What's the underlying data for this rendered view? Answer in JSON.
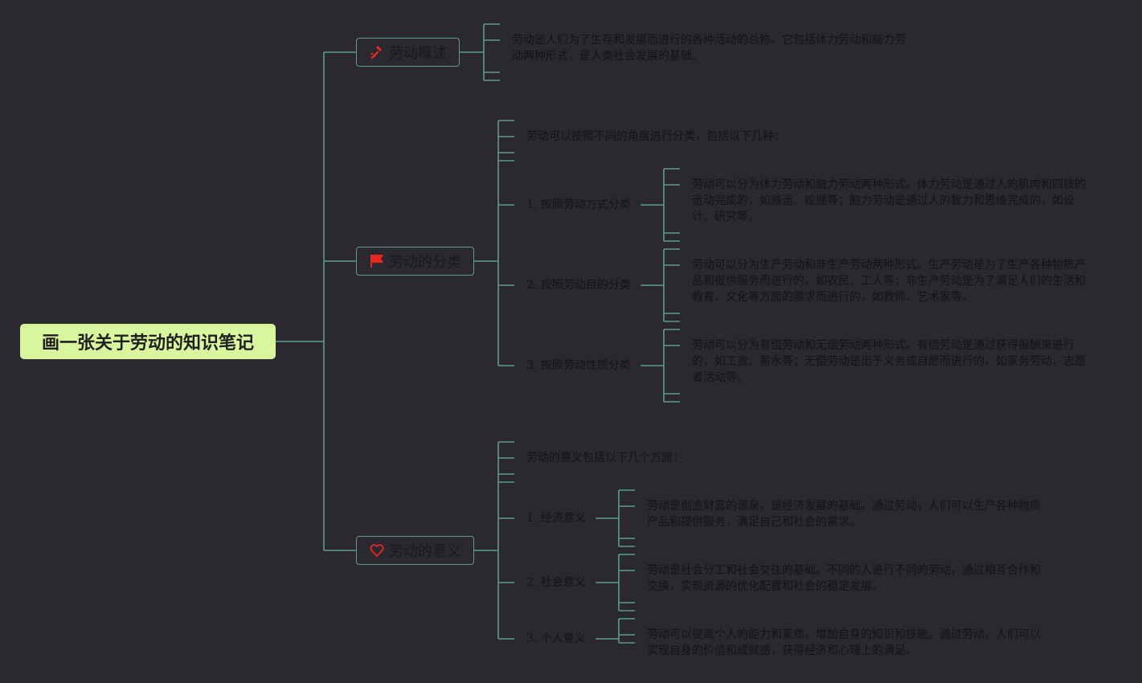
{
  "root": {
    "title": "画一张关于劳动的知识笔记"
  },
  "colors": {
    "background": "#2b2830",
    "connector": "#5a9c90",
    "root_fill": "#d9f59d",
    "icon_red": "#e8281e"
  },
  "topics": [
    {
      "label": "劳动概述",
      "icon": "hammer-icon",
      "description": "劳动是人们为了生存和发展而进行的各种活动的总称。它包括体力劳动和脑力劳动两种形式，是人类社会发展的基础。"
    },
    {
      "label": "劳动的分类",
      "icon": "flag-icon",
      "intro": "劳动可以按照不同的角度进行分类，包括以下几种：",
      "items": [
        {
          "label": "1. 按照劳动方式分类",
          "description": "劳动可以分为体力劳动和脑力劳动两种形式。体力劳动是通过人的肌肉和四肢的运动完成的，如搬运、挖掘等；脑力劳动是通过人的智力和思维完成的，如设计、研究等。"
        },
        {
          "label": "2. 按照劳动目的分类",
          "description": "劳动可以分为生产劳动和非生产劳动两种形式。生产劳动是为了生产各种物质产品和提供服务而进行的，如农民、工人等；非生产劳动是为了满足人们的生活和教育、文化等方面的需求而进行的，如教师、艺术家等。"
        },
        {
          "label": "3. 按照劳动性质分类",
          "description": "劳动可以分为有偿劳动和无偿劳动两种形式。有偿劳动是通过获得报酬来进行的，如工资、薪水等；无偿劳动是出于义务或自愿而进行的，如家务劳动、志愿者活动等。"
        }
      ]
    },
    {
      "label": "劳动的意义",
      "icon": "heart-icon",
      "intro": "劳动的意义包括以下几个方面：",
      "items": [
        {
          "label": "1. 经济意义",
          "description": "劳动是创造财富的源泉，是经济发展的基础。通过劳动，人们可以生产各种物质产品和提供服务，满足自己和社会的需求。"
        },
        {
          "label": "2. 社会意义",
          "description": "劳动是社会分工和社会交往的基础。不同的人进行不同的劳动，通过相互合作和交换，实现资源的优化配置和社会的稳定发展。"
        },
        {
          "label": "3. 个人意义",
          "description": "劳动可以提高个人的能力和素质，增加自身的知识和技能。通过劳动，人们可以实现自身的价值和成就感，获得经济和心理上的满足。"
        }
      ]
    }
  ]
}
